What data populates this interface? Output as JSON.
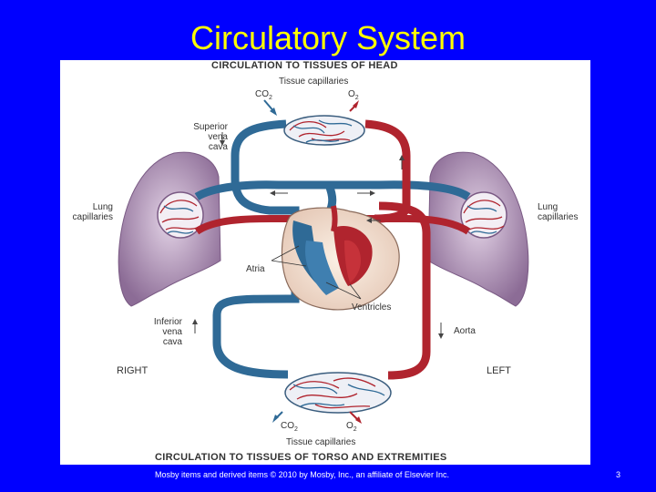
{
  "slide": {
    "title": "Circulatory System",
    "footer": "Mosby items and derived items © 2010 by Mosby, Inc., an affiliate of Elsevier Inc.",
    "page_number": "3"
  },
  "diagram": {
    "top_caption": "CIRCULATION TO TISSUES OF HEAD",
    "bottom_caption": "CIRCULATION TO TISSUES OF TORSO AND EXTREMITIES",
    "top_tissue": "Tissue capillaries",
    "bottom_tissue": "Tissue capillaries",
    "co2": "CO",
    "o2": "O",
    "co2_sub": "2",
    "o2_sub": "2",
    "labels": {
      "superior_line1": "Superior",
      "superior_line2": "vena",
      "superior_line3": "cava",
      "lung_left_line1": "Lung",
      "lung_left_line2": "capillaries",
      "lung_right_line1": "Lung",
      "lung_right_line2": "capillaries",
      "atria": "Atria",
      "ventricles": "Ventricles",
      "inferior_line1": "Inferior",
      "inferior_line2": "vena",
      "inferior_line3": "cava",
      "aorta": "Aorta",
      "right": "RIGHT",
      "left": "LEFT"
    }
  },
  "colors": {
    "background": "#0000ff",
    "title": "#ffff00",
    "artery": "#b0242e",
    "vein": "#2f6a96",
    "lung": "#9a7ca2"
  }
}
